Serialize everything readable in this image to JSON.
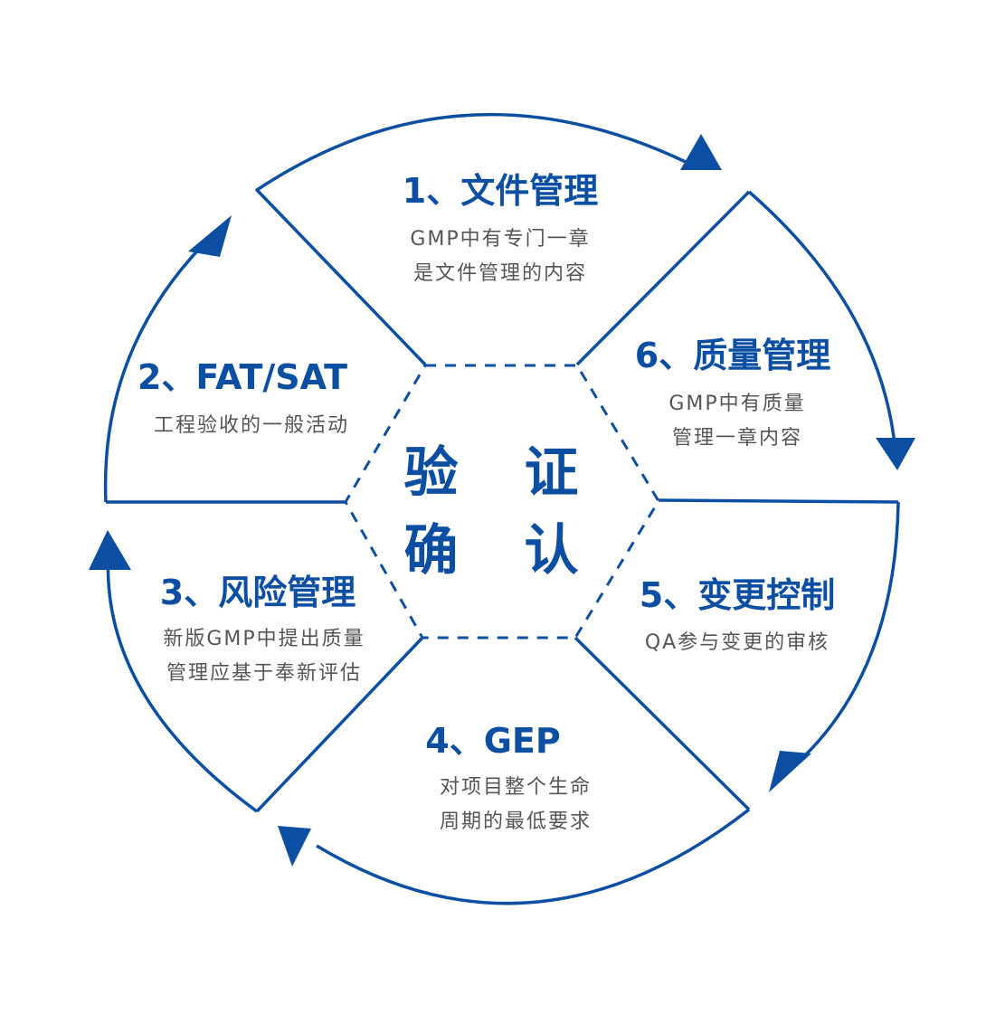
{
  "center": {
    "line1": "验 证",
    "line2": "确 认"
  },
  "colors": {
    "accent": "#0b4ea2",
    "text": "#555555",
    "background": "#ffffff"
  },
  "segments": [
    {
      "title": "1、文件管理",
      "desc1": "GMP中有专门一章",
      "desc2": "是文件管理的内容"
    },
    {
      "title": "2、FAT/SAT",
      "desc1": "工程验收的一般活动"
    },
    {
      "title": "3、风险管理",
      "desc1": "新版GMP中提出质量",
      "desc2": "管理应基于奉新评估"
    },
    {
      "title": "4、GEP",
      "desc1": "对项目整个生命",
      "desc2": "周期的最低要求"
    },
    {
      "title": "5、变更控制",
      "desc1": "QA参与变更的审核"
    },
    {
      "title": "6、质量管理",
      "desc1": "GMP中有质量",
      "desc2": "管理一章内容"
    }
  ],
  "arrows": [
    "arrow-right-top",
    "arrow-right-middle",
    "arrow-right-bottom",
    "arrow-bottom",
    "arrow-left-middle",
    "arrow-left-top"
  ]
}
